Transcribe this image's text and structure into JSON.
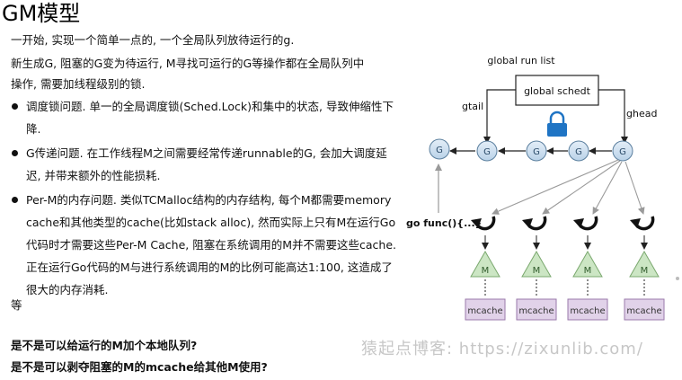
{
  "title": "GM模型",
  "intro": [
    "一开始, 实现一个简单一点的, 一个全局队列放待运行的g.",
    "新生成G, 阻塞的G变为待运行, M寻找可运行的G等操作都在全局队列中",
    "操作, 需要加线程级别的锁."
  ],
  "bullets": [
    "调度锁问题. 单一的全局调度锁(Sched.Lock)和集中的状态, 导致伸缩性下降.",
    "G传递问题. 在工作线程M之间需要经常传递runnable的G, 会加大调度延迟, 并带来额外的性能损耗.",
    "Per-M的内存问题. 类似TCMalloc结构的内存结构, 每个M都需要memory cache和其他类型的cache(比如stack alloc), 然而实际上只有M在运行Go代码时才需要这些Per-M Cache, 阻塞在系统调用的M并不需要这些cache. 正在运行Go代码的M与进行系统调用的M的比例可能高达1:100, 这造成了很大的内存消耗."
  ],
  "etc": "等",
  "questions": [
    "是不是可以给运行的M加个本地队列?",
    "是不是可以剥夺阻塞的M的mcache给其他M使用?"
  ],
  "diagram": {
    "list_title": "global run list",
    "sched_label": "global schedt",
    "gtail": "gtail",
    "ghead": "ghead",
    "g_label": "G",
    "gofunc": "go func(){...}",
    "m_label": "M",
    "mcache_label": "mcache",
    "colors": {
      "g_fill": "#cde0f0",
      "g_stroke": "#5b7f9e",
      "m_fill": "#cce6c4",
      "m_stroke": "#7aa86e",
      "mcache_fill": "#e1d2e9",
      "mcache_stroke": "#9a79ab",
      "lock": "#1f74c4",
      "arrow_dark": "#222222",
      "arrow_light": "#9a9a9a"
    },
    "icons": [
      "lock-icon",
      "cycle-arrow-icon"
    ]
  },
  "watermark": "猿起点博客: https://zixunlib.com/"
}
